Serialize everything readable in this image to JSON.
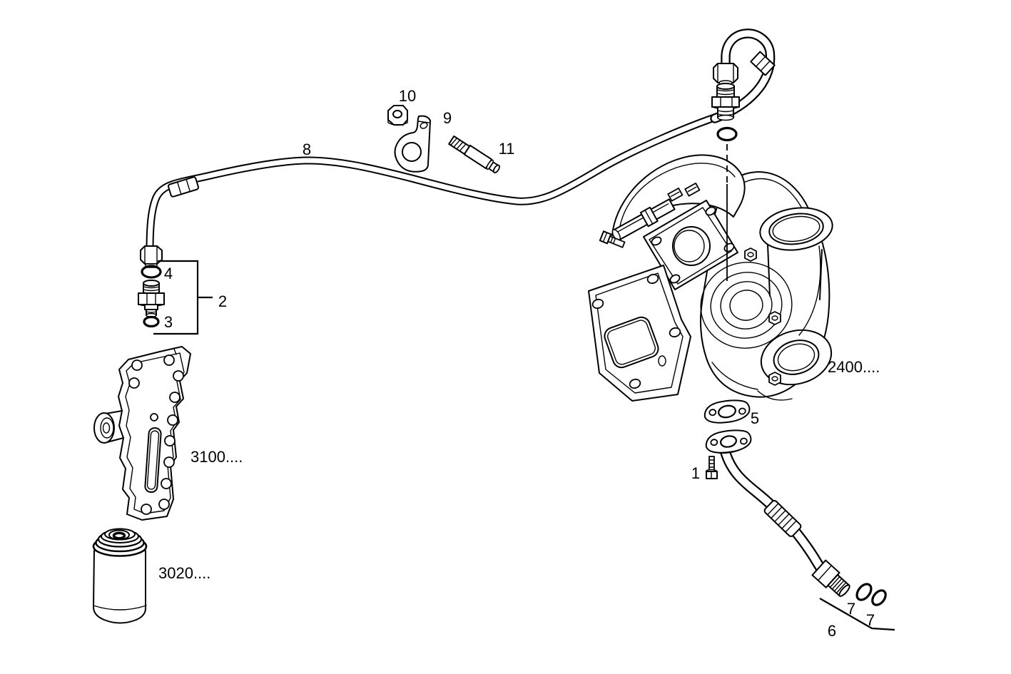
{
  "diagram": {
    "background_color": "#ffffff",
    "line_color": "#000000",
    "callouts": {
      "1": "1",
      "2": "2",
      "3": "3",
      "4": "4",
      "5": "5",
      "6": "6",
      "7a": "7",
      "7b": "7",
      "8": "8",
      "9": "9",
      "10": "10",
      "11": "11"
    },
    "assembly_refs": {
      "turbocharger": "2400....",
      "oil_cooler_housing": "3100....",
      "oil_filter": "3020...."
    }
  }
}
